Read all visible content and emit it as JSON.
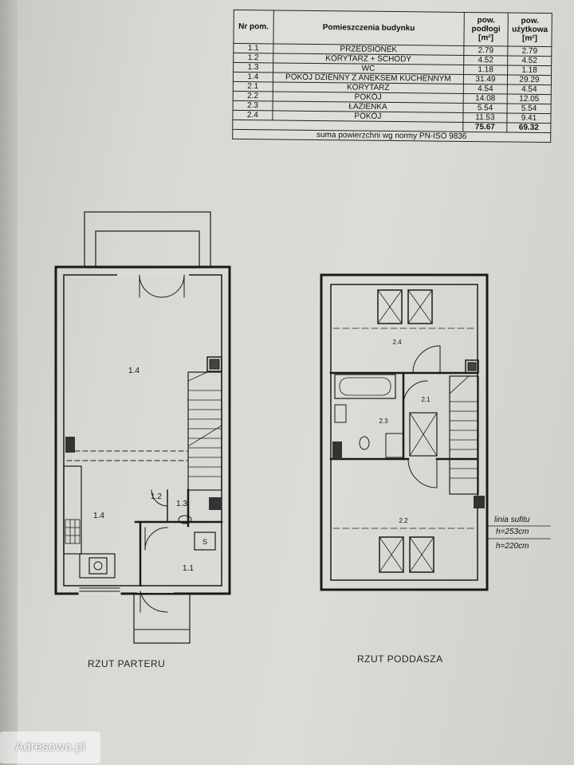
{
  "table": {
    "headers": [
      "Nr pom.",
      "Pomieszczenia budynku",
      "pow. podłogi [m²]",
      "pow. użytkowa [m²]"
    ],
    "rows": [
      {
        "nr": "1.1",
        "name": "PRZEDSIONEK",
        "floor": "2.79",
        "usable": "2.79"
      },
      {
        "nr": "1.2",
        "name": "KORYTARZ + SCHODY",
        "floor": "4.52",
        "usable": "4.52"
      },
      {
        "nr": "1.3",
        "name": "WC",
        "floor": "1.18",
        "usable": "1.18"
      },
      {
        "nr": "1.4",
        "name": "POKÓJ DZIENNY Z ANEKSEM KUCHENNYM",
        "floor": "31.49",
        "usable": "29.29"
      },
      {
        "nr": "2.1",
        "name": "KORYTARZ",
        "floor": "4.54",
        "usable": "4.54"
      },
      {
        "nr": "2.2",
        "name": "POKÓJ",
        "floor": "14.08",
        "usable": "12.05"
      },
      {
        "nr": "2.3",
        "name": "ŁAZIENKA",
        "floor": "5.54",
        "usable": "5.54"
      },
      {
        "nr": "2.4",
        "name": "POKÓJ",
        "floor": "11.53",
        "usable": "9.41"
      }
    ],
    "total_floor": "75.67",
    "total_usable": "69.32",
    "norm_label": "suma powierzchni wg normy PN-ISO 9836"
  },
  "ground_floor": {
    "caption": "RZUT PARTERU",
    "labels": [
      "1.4",
      "1.4",
      "1.2",
      "1.3",
      "1.1",
      "S"
    ]
  },
  "attic": {
    "caption": "RZUT PODDASZA",
    "labels": [
      "2.4",
      "2.1",
      "2.3",
      "2.2"
    ],
    "ceiling_line_label": "linia sufitu",
    "h1_label": "h=253cm",
    "h2_label": "h=220cm"
  },
  "watermark": "Adresowo.pl"
}
